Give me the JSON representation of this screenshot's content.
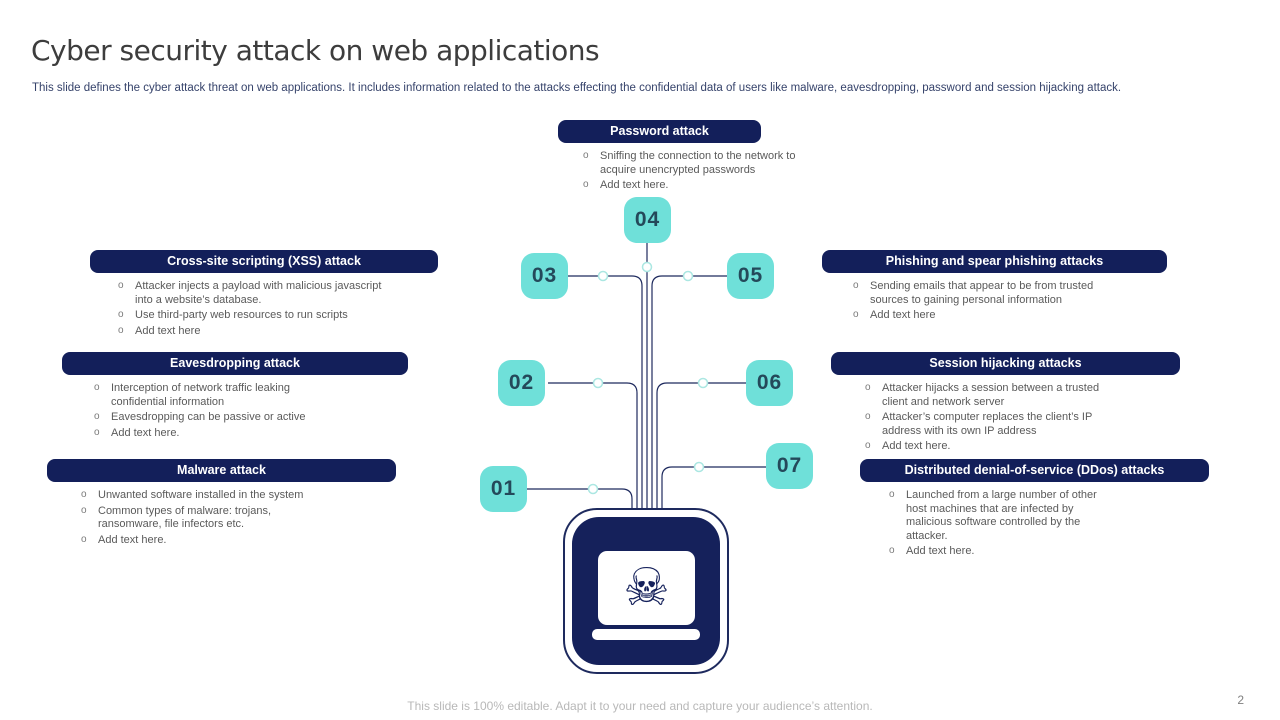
{
  "slide": {
    "title": "Cyber security attack on web applications",
    "subtitle": "This slide defines the cyber attack threat on web applications. It includes information related to the attacks effecting the confidential data of users like malware, eavesdropping, password and session hijacking attack.",
    "footer": "This slide is 100% editable. Adapt it to your need and capture your audience’s attention.",
    "page_number": "2"
  },
  "colors": {
    "navy": "#131f5a",
    "teal": "#6fe0d9",
    "line": "#1e2a5e",
    "number_text": "#24495a",
    "body_text": "#5a5a5a"
  },
  "icons": {
    "skull": "☠"
  },
  "numbers": [
    "01",
    "02",
    "03",
    "04",
    "05",
    "06",
    "07"
  ],
  "sections": [
    {
      "title": "Password attack",
      "bullets": [
        "Sniffing the connection to the network to acquire unencrypted passwords",
        "Add text here."
      ]
    },
    {
      "title": "Cross-site scripting (XSS) attack",
      "bullets": [
        "Attacker injects a payload with malicious javascript into a website’s database.",
        "Use third-party web resources to run scripts",
        "Add text here"
      ]
    },
    {
      "title": "Eavesdropping attack",
      "bullets": [
        "Interception of network traffic leaking confidential information",
        "Eavesdropping can be passive or active",
        "Add text here."
      ]
    },
    {
      "title": "Malware attack",
      "bullets": [
        "Unwanted software installed in the system",
        "Common types of malware: trojans, ransomware, file infectors etc.",
        "Add text here."
      ]
    },
    {
      "title": "Phishing and spear phishing attacks",
      "bullets": [
        "Sending emails that appear to be from trusted sources to gaining personal information",
        "Add text here"
      ]
    },
    {
      "title": "Session hijacking attacks",
      "bullets": [
        "Attacker hijacks a session between a trusted client and network server",
        "Attacker’s computer replaces the client’s IP address with its own IP address",
        "Add text here."
      ]
    },
    {
      "title": "Distributed denial-of-service (DDos) attacks",
      "bullets": [
        "Launched from a large number of other host machines that are infected by malicious software controlled by the attacker.",
        "Add text here."
      ]
    }
  ]
}
